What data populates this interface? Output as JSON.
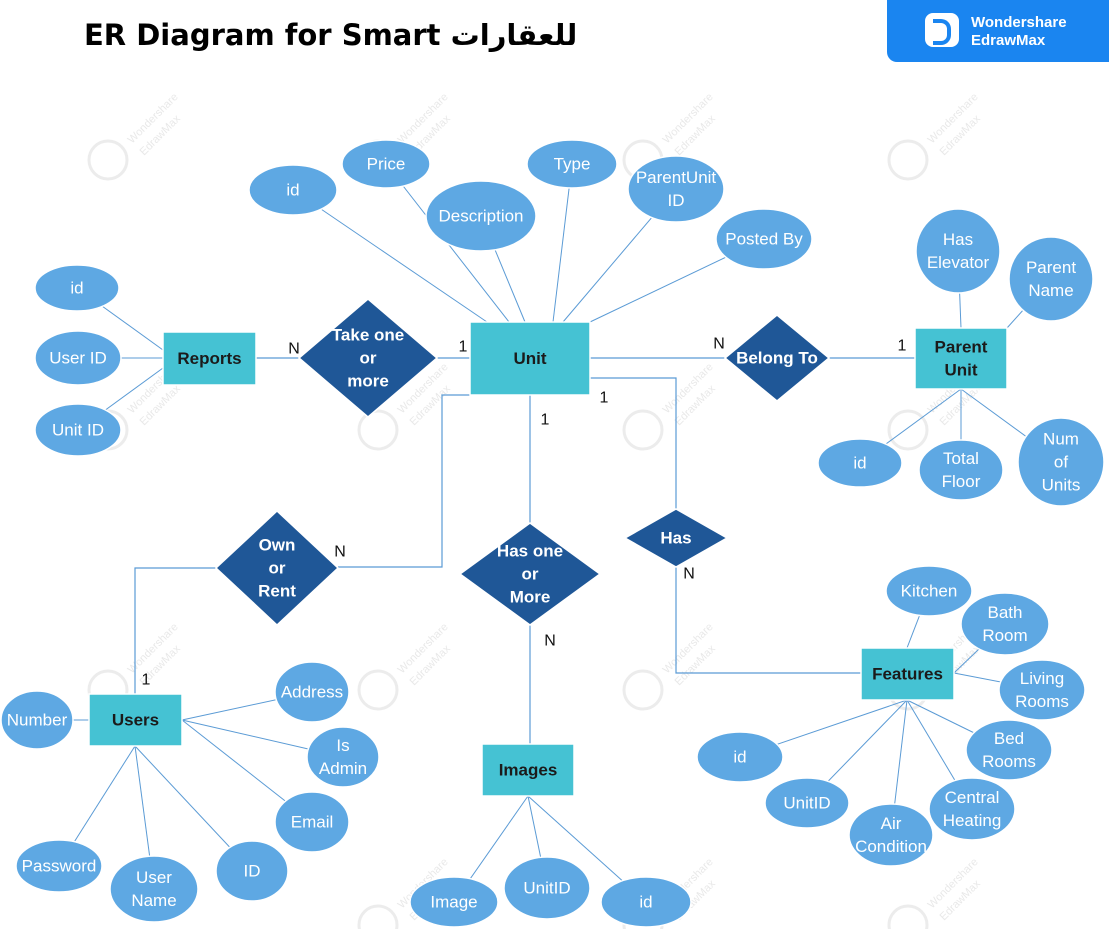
{
  "title": "ER Diagram for Smart للعقارات",
  "brand": {
    "line1": "Wondershare",
    "line2": "EdrawMax",
    "icon": "edrawmax-logo-icon"
  },
  "watermark": {
    "line1": "Wondershare",
    "line2": "EdrawMax"
  },
  "colors": {
    "entity": "#45c2d3",
    "relationship": "#1f5797",
    "attribute": "#5ea8e3",
    "line": "#5b9bd5",
    "brand": "#1a85f0"
  },
  "entities": [
    {
      "id": "unit",
      "label": [
        "Unit"
      ]
    },
    {
      "id": "reports",
      "label": [
        "Reports"
      ]
    },
    {
      "id": "parent_unit",
      "label": [
        "Parent",
        "Unit"
      ]
    },
    {
      "id": "users",
      "label": [
        "Users"
      ]
    },
    {
      "id": "images",
      "label": [
        "Images"
      ]
    },
    {
      "id": "features",
      "label": [
        "Features"
      ]
    }
  ],
  "relationships": [
    {
      "id": "take_one",
      "label": [
        "Take one",
        "or",
        "more"
      ]
    },
    {
      "id": "belong_to",
      "label": [
        "Belong To"
      ]
    },
    {
      "id": "own_rent",
      "label": [
        "Own",
        "or",
        "Rent"
      ]
    },
    {
      "id": "has_one",
      "label": [
        "Has one",
        "or",
        "More"
      ]
    },
    {
      "id": "has",
      "label": [
        "Has"
      ]
    }
  ],
  "attributes": [
    {
      "id": "unit_id",
      "entity": "unit",
      "label": [
        "id"
      ]
    },
    {
      "id": "unit_price",
      "entity": "unit",
      "label": [
        "Price"
      ]
    },
    {
      "id": "unit_desc",
      "entity": "unit",
      "label": [
        "Description"
      ]
    },
    {
      "id": "unit_type",
      "entity": "unit",
      "label": [
        "Type"
      ]
    },
    {
      "id": "unit_parent",
      "entity": "unit",
      "label": [
        "ParentUnit",
        "ID"
      ]
    },
    {
      "id": "unit_posted",
      "entity": "unit",
      "label": [
        "Posted By"
      ]
    },
    {
      "id": "rep_id",
      "entity": "reports",
      "label": [
        "id"
      ]
    },
    {
      "id": "rep_user",
      "entity": "reports",
      "label": [
        "User ID"
      ]
    },
    {
      "id": "rep_unit",
      "entity": "reports",
      "label": [
        "Unit ID"
      ]
    },
    {
      "id": "pu_elev",
      "entity": "parent_unit",
      "label": [
        "Has",
        "Elevator"
      ]
    },
    {
      "id": "pu_name",
      "entity": "parent_unit",
      "label": [
        "Parent",
        "Name"
      ]
    },
    {
      "id": "pu_id",
      "entity": "parent_unit",
      "label": [
        "id"
      ]
    },
    {
      "id": "pu_floor",
      "entity": "parent_unit",
      "label": [
        "Total",
        "Floor"
      ]
    },
    {
      "id": "pu_num",
      "entity": "parent_unit",
      "label": [
        "Num",
        "of",
        "Units"
      ]
    },
    {
      "id": "us_number",
      "entity": "users",
      "label": [
        "Number"
      ]
    },
    {
      "id": "us_address",
      "entity": "users",
      "label": [
        "Address"
      ]
    },
    {
      "id": "us_admin",
      "entity": "users",
      "label": [
        "Is",
        "Admin"
      ]
    },
    {
      "id": "us_email",
      "entity": "users",
      "label": [
        "Email"
      ]
    },
    {
      "id": "us_id",
      "entity": "users",
      "label": [
        "ID"
      ]
    },
    {
      "id": "us_user",
      "entity": "users",
      "label": [
        "User",
        "Name"
      ]
    },
    {
      "id": "us_pass",
      "entity": "users",
      "label": [
        "Password"
      ]
    },
    {
      "id": "im_image",
      "entity": "images",
      "label": [
        "Image"
      ]
    },
    {
      "id": "im_unit",
      "entity": "images",
      "label": [
        "UnitID"
      ]
    },
    {
      "id": "im_id",
      "entity": "images",
      "label": [
        "id"
      ]
    },
    {
      "id": "ft_kitchen",
      "entity": "features",
      "label": [
        "Kitchen"
      ]
    },
    {
      "id": "ft_bath",
      "entity": "features",
      "label": [
        "Bath",
        "Room"
      ]
    },
    {
      "id": "ft_living",
      "entity": "features",
      "label": [
        "Living",
        "Rooms"
      ]
    },
    {
      "id": "ft_bed",
      "entity": "features",
      "label": [
        "Bed",
        "Rooms"
      ]
    },
    {
      "id": "ft_heat",
      "entity": "features",
      "label": [
        "Central",
        "Heating"
      ]
    },
    {
      "id": "ft_air",
      "entity": "features",
      "label": [
        "Air",
        "Condition"
      ]
    },
    {
      "id": "ft_unitid",
      "entity": "features",
      "label": [
        "UnitID"
      ]
    },
    {
      "id": "ft_id",
      "entity": "features",
      "label": [
        "id"
      ]
    }
  ],
  "cardinalities": [
    {
      "id": "c_reports_n",
      "text": "N"
    },
    {
      "id": "c_unit_take_1",
      "text": "1"
    },
    {
      "id": "c_belong_n",
      "text": "N"
    },
    {
      "id": "c_parent_1",
      "text": "1"
    },
    {
      "id": "c_unit_has_1",
      "text": "1"
    },
    {
      "id": "c_unit_images_1",
      "text": "1"
    },
    {
      "id": "c_own_n",
      "text": "N"
    },
    {
      "id": "c_users_1",
      "text": "1"
    },
    {
      "id": "c_images_n",
      "text": "N"
    },
    {
      "id": "c_features_n",
      "text": "N"
    }
  ]
}
